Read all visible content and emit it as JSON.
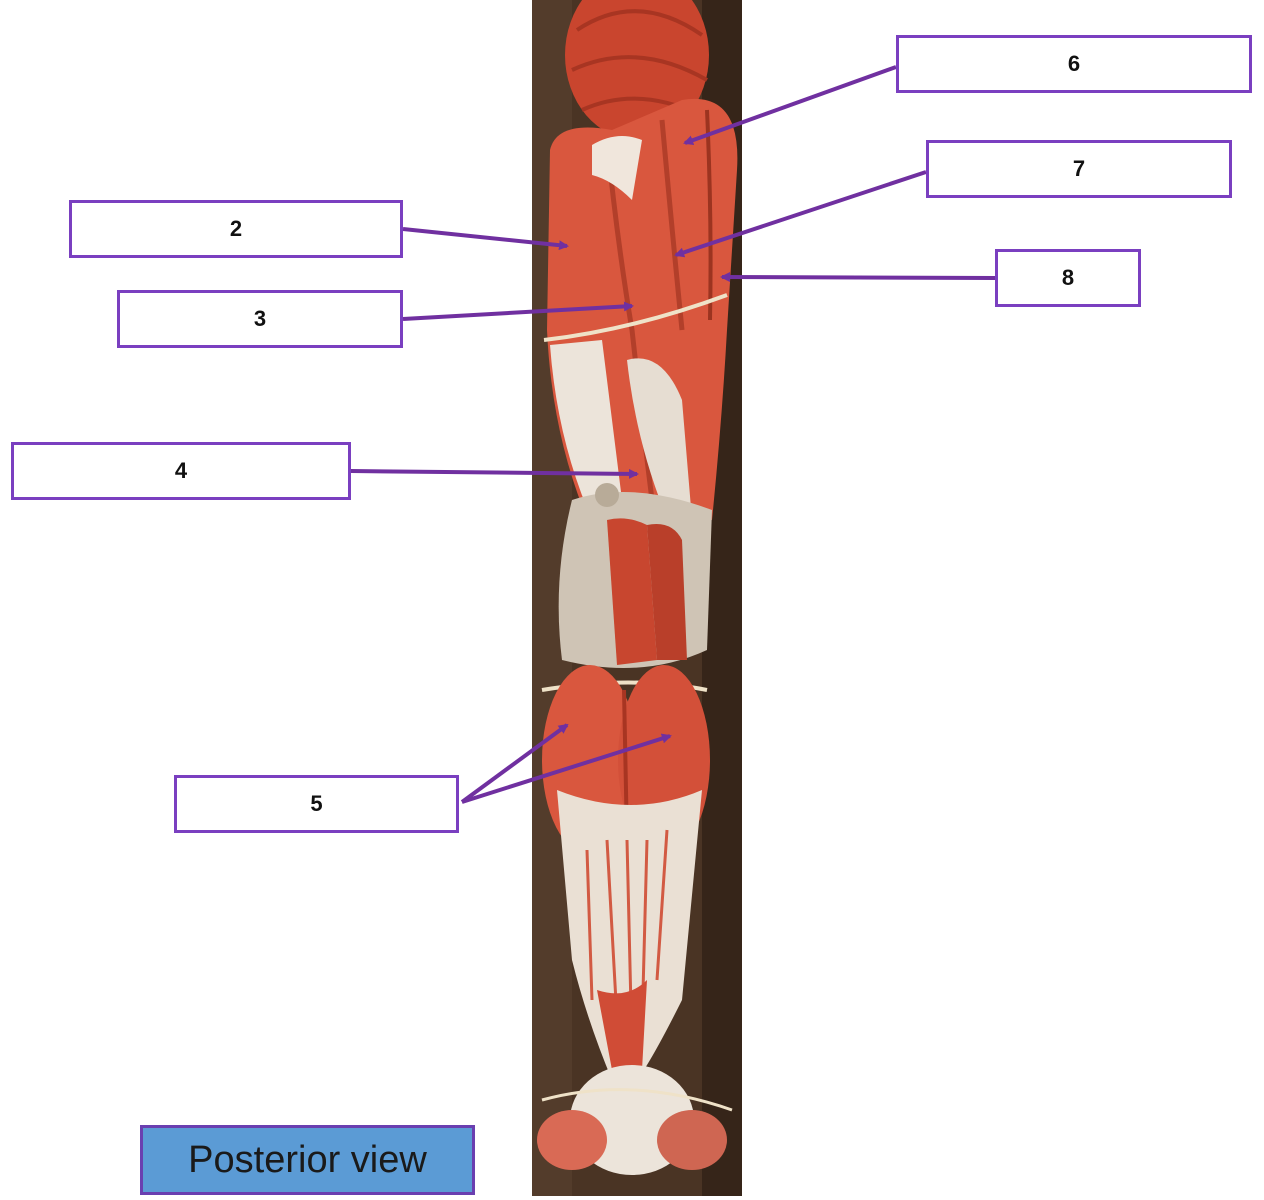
{
  "labels": {
    "l2": "2",
    "l3": "3",
    "l4": "4",
    "l5": "5",
    "l6": "6",
    "l7": "7",
    "l8": "8"
  },
  "view_title": "Posterior view",
  "colors": {
    "label_border": "#7a3fc0",
    "arrow": "#7030a0",
    "view_box_fill": "#5b9bd5",
    "muscle": "#d9573e",
    "tendon": "#ece4da",
    "background_rock": "#4a3424"
  }
}
